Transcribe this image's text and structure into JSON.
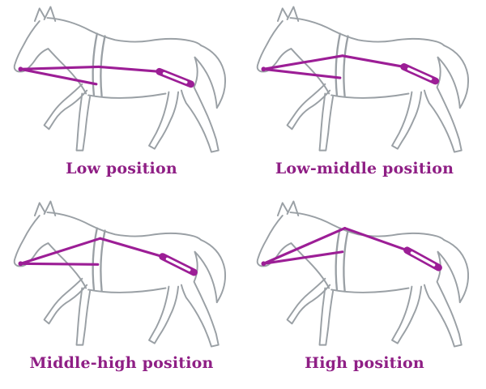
{
  "colors": {
    "background": "#ffffff",
    "horse_outline": "#9aa0a5",
    "rein": "#9c1e96",
    "label_text": "#8f1f85"
  },
  "panels": [
    {
      "id": "low",
      "label": "Low position",
      "reins": {
        "bit": [
          22,
          87
        ],
        "attach_top": [
          121,
          84
        ],
        "attach_bottom": [
          118,
          106
        ],
        "strap": [
          [
            198,
            90
          ],
          [
            238,
            106
          ]
        ]
      }
    },
    {
      "id": "low-middle",
      "label": "Low-middle position",
      "reins": {
        "bit": [
          22,
          87
        ],
        "attach_top": [
          122,
          70
        ],
        "attach_bottom": [
          119,
          98
        ],
        "strap": [
          [
            200,
            84
          ],
          [
            240,
            102
          ]
        ]
      }
    },
    {
      "id": "middle-high",
      "label": "Middle-high position",
      "reins": {
        "bit": [
          22,
          87
        ],
        "attach_top": [
          123,
          55
        ],
        "attach_bottom": [
          120,
          88
        ],
        "strap": [
          [
            202,
            78
          ],
          [
            242,
            98
          ]
        ]
      }
    },
    {
      "id": "high",
      "label": "High position",
      "reins": {
        "bit": [
          22,
          87
        ],
        "attach_top": [
          125,
          42
        ],
        "attach_bottom": [
          122,
          72
        ],
        "strap": [
          [
            204,
            70
          ],
          [
            244,
            92
          ]
        ]
      }
    }
  ]
}
